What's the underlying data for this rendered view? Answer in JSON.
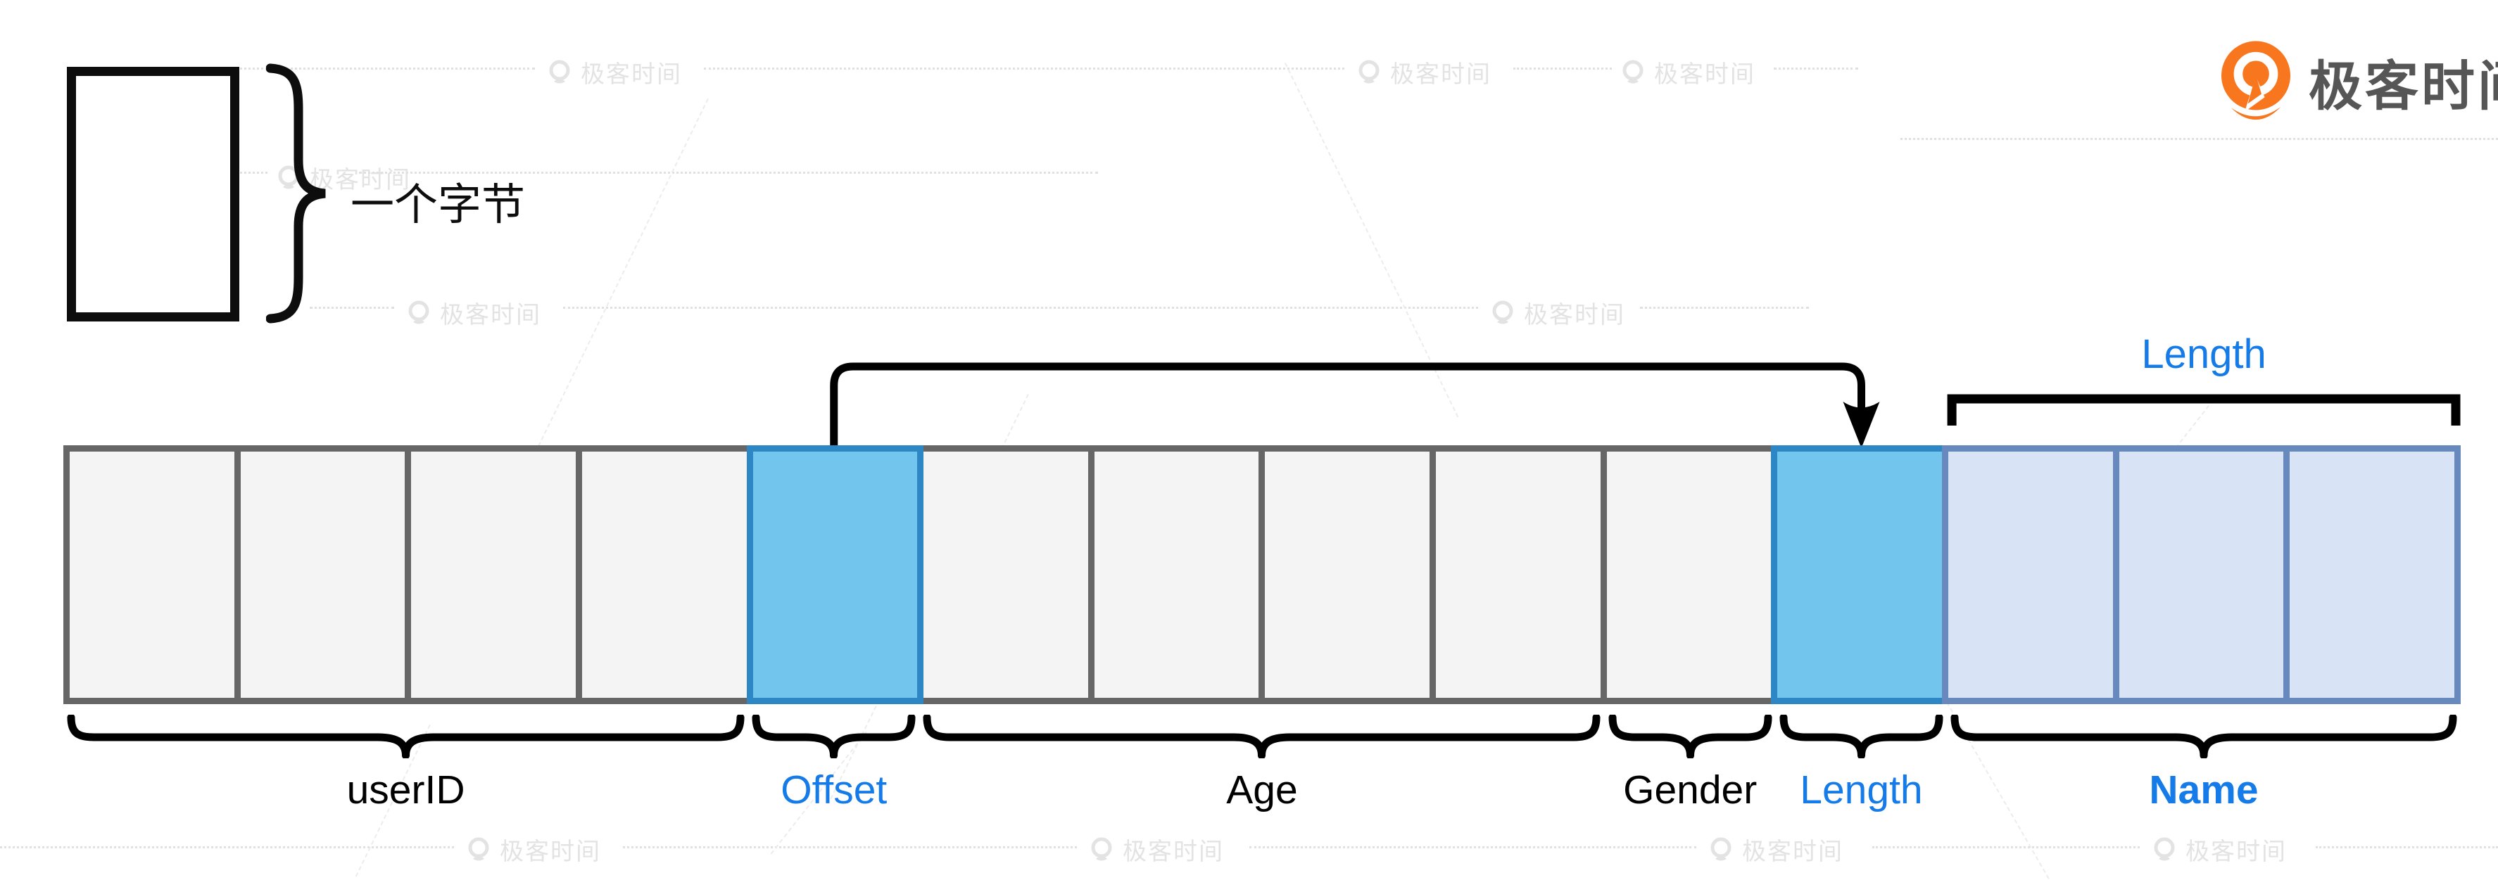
{
  "brand": {
    "name": "极客时间"
  },
  "legend": {
    "byte_label": "一个字节"
  },
  "diagram": {
    "top_bracket_label": "Length",
    "row_groups": [
      {
        "label": "userID",
        "cells": 4,
        "type": "plain",
        "label_style": "black"
      },
      {
        "label": "Offset",
        "cells": 1,
        "type": "highlight",
        "label_style": "blue"
      },
      {
        "label": "Age",
        "cells": 4,
        "type": "plain",
        "label_style": "black"
      },
      {
        "label": "Gender",
        "cells": 1,
        "type": "plain",
        "label_style": "black"
      },
      {
        "label": "Length",
        "cells": 1,
        "type": "highlight",
        "label_style": "blue"
      },
      {
        "label": "Name",
        "cells": 3,
        "type": "light",
        "label_style": "blue-bold"
      }
    ]
  },
  "watermark": {
    "text": "极客时间"
  },
  "colors": {
    "accent_blue_text": "#147be8",
    "cell_plain_fill": "#f4f4f4",
    "cell_plain_border": "#666666",
    "cell_highlight_fill": "#72c6ee",
    "cell_highlight_border": "#2d87c4",
    "cell_light_fill": "#d8e4f5",
    "cell_light_border": "#6889bd",
    "brand_orange": "#f8771e"
  }
}
